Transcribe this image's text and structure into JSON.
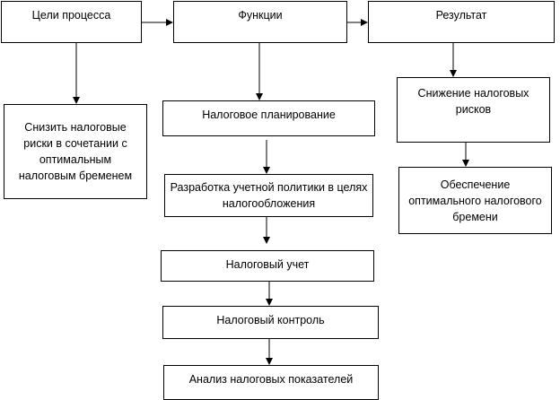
{
  "headers": {
    "process_goals": "Цели процесса",
    "functions": "Функции",
    "result": "Результат"
  },
  "goal": {
    "text": "Снизить налоговые риски в сочетании с оптимальным налоговым бременем"
  },
  "functions": {
    "items": [
      "Налоговое планирование",
      "Разработка учетной политики в целях налогообложения",
      "Налоговый учет",
      "Налоговый контроль",
      "Анализ налоговых показателей"
    ]
  },
  "results": {
    "items": [
      "Снижение налоговых рисков",
      "Обеспечение оптимального налогового бремени"
    ]
  },
  "colors": {
    "line": "#000000",
    "box_fill": "#ffffff"
  }
}
